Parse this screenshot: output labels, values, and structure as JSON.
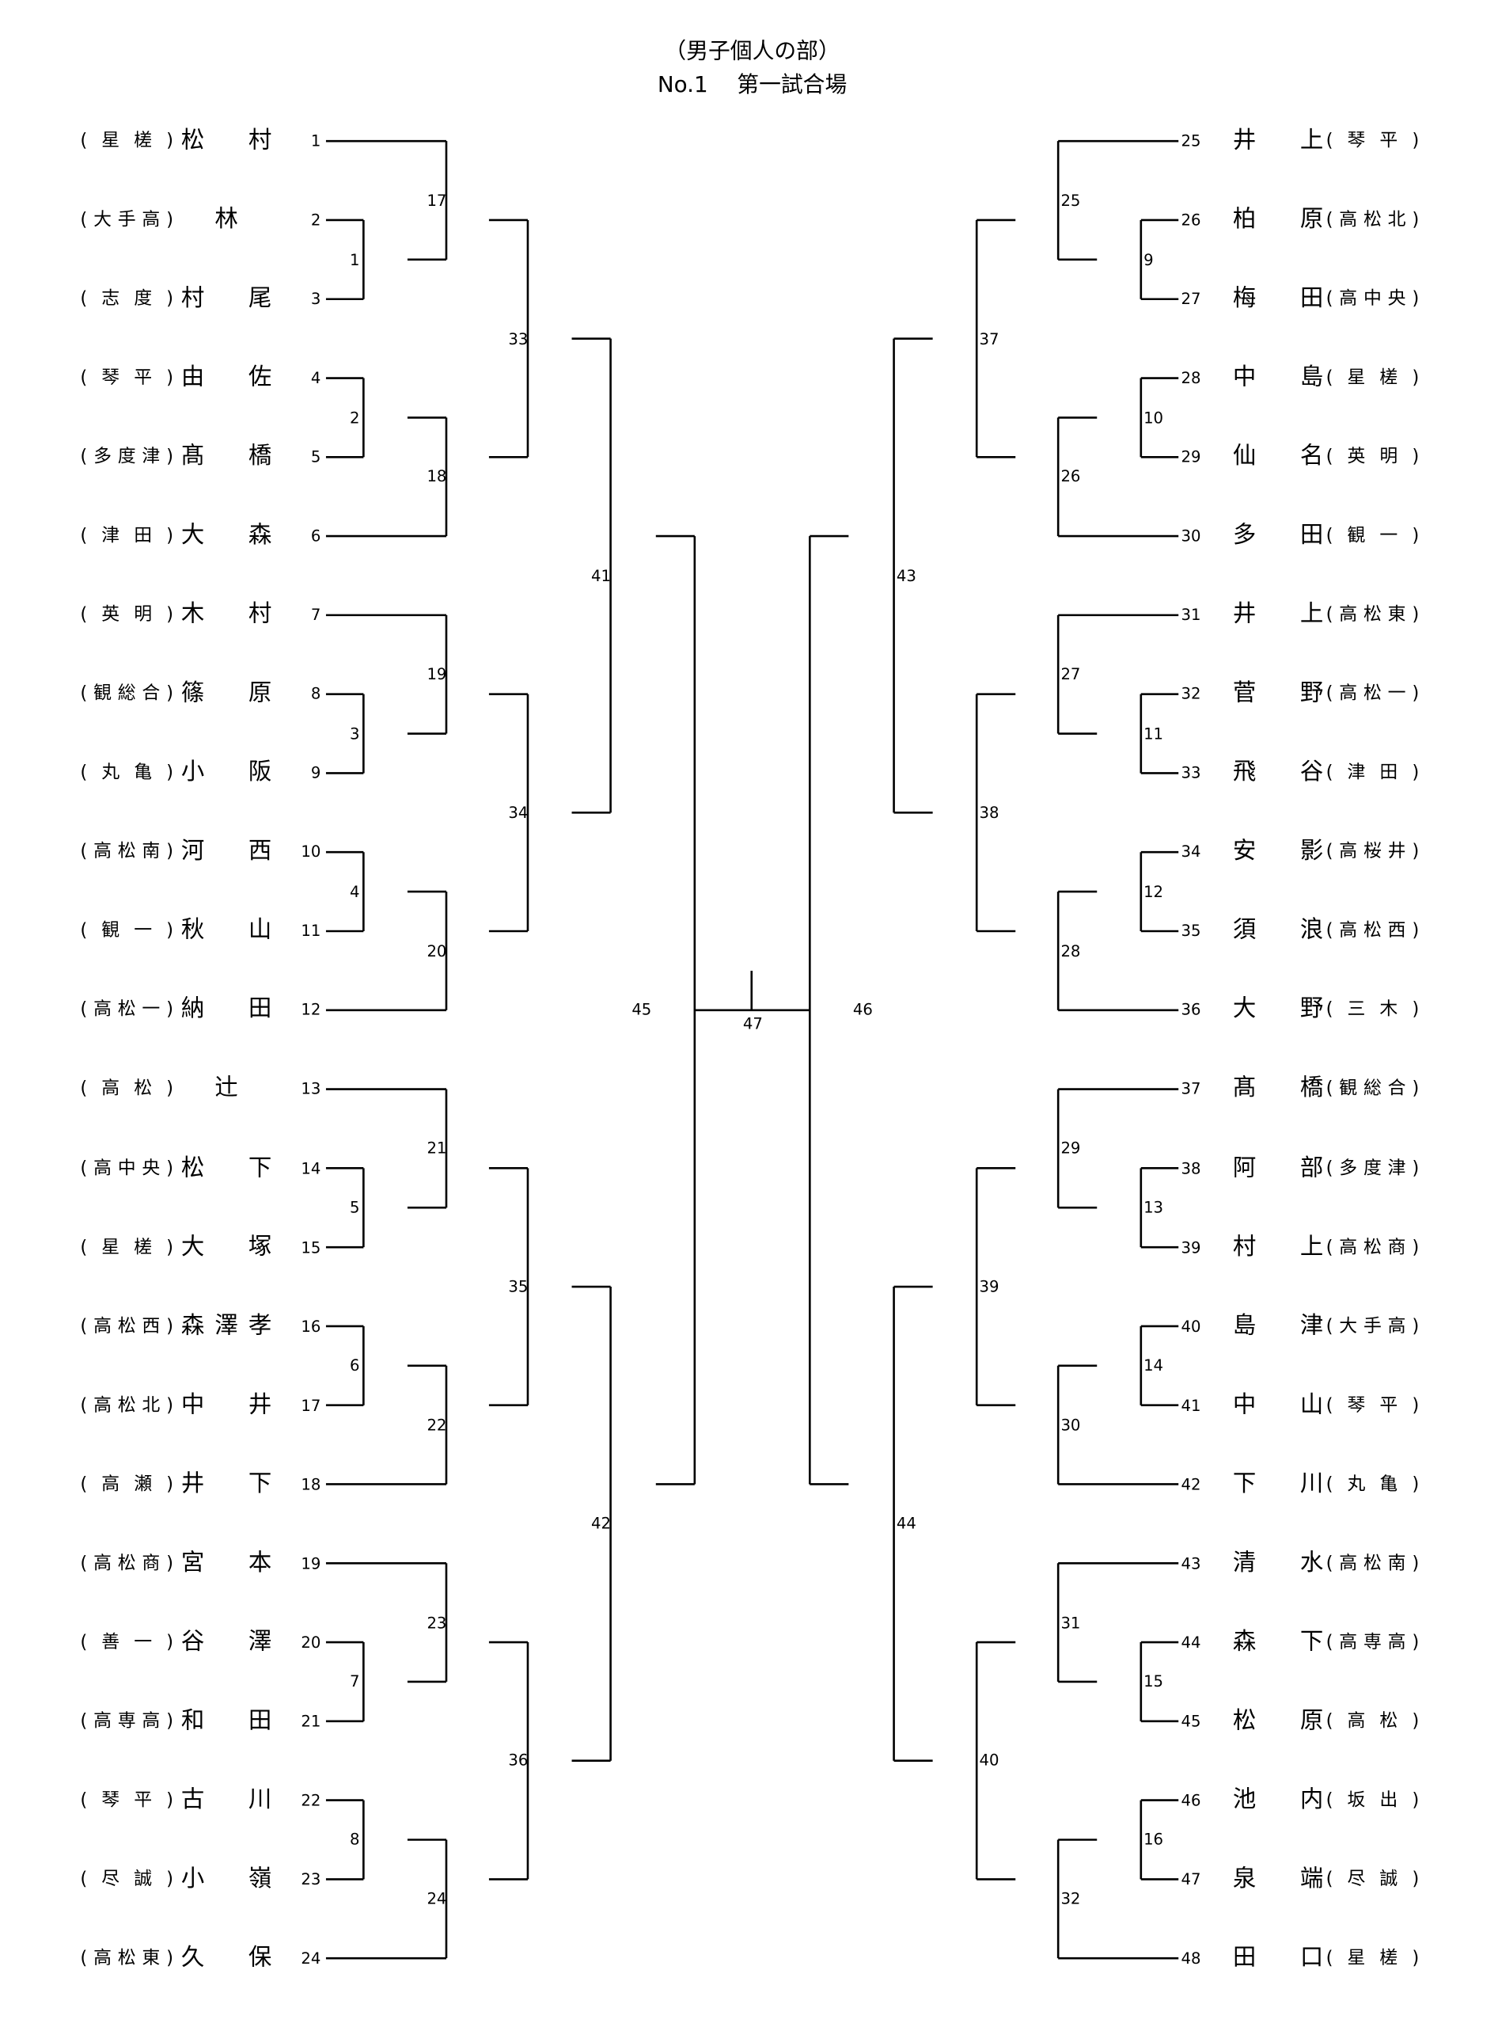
{
  "header": {
    "title": "（男子個人の部）",
    "subtitle": "No.1　 第一試合場"
  },
  "left_players": [
    {
      "seed": "1",
      "school": "星槎",
      "name": "松村"
    },
    {
      "seed": "2",
      "school": "大手高",
      "name": "林"
    },
    {
      "seed": "3",
      "school": "志度",
      "name": "村尾"
    },
    {
      "seed": "4",
      "school": "琴平",
      "name": "由佐"
    },
    {
      "seed": "5",
      "school": "多度津",
      "name": "髙橋"
    },
    {
      "seed": "6",
      "school": "津田",
      "name": "大森"
    },
    {
      "seed": "7",
      "school": "英明",
      "name": "木村"
    },
    {
      "seed": "8",
      "school": "観総合",
      "name": "篠原"
    },
    {
      "seed": "9",
      "school": "丸亀",
      "name": "小阪"
    },
    {
      "seed": "10",
      "school": "高松南",
      "name": "河西"
    },
    {
      "seed": "11",
      "school": "観一",
      "name": "秋山"
    },
    {
      "seed": "12",
      "school": "高松一",
      "name": "納田"
    },
    {
      "seed": "13",
      "school": "高松",
      "name": "辻"
    },
    {
      "seed": "14",
      "school": "高中央",
      "name": "松下"
    },
    {
      "seed": "15",
      "school": "星槎",
      "name": "大塚"
    },
    {
      "seed": "16",
      "school": "高松西",
      "name": "森澤孝"
    },
    {
      "seed": "17",
      "school": "高松北",
      "name": "中井"
    },
    {
      "seed": "18",
      "school": "高瀬",
      "name": "井下"
    },
    {
      "seed": "19",
      "school": "高松商",
      "name": "宮本"
    },
    {
      "seed": "20",
      "school": "善一",
      "name": "谷澤"
    },
    {
      "seed": "21",
      "school": "高専高",
      "name": "和田"
    },
    {
      "seed": "22",
      "school": "琴平",
      "name": "古川"
    },
    {
      "seed": "23",
      "school": "尽誠",
      "name": "小嶺"
    },
    {
      "seed": "24",
      "school": "高松東",
      "name": "久保"
    }
  ],
  "right_players": [
    {
      "seed": "25",
      "school": "琴平",
      "name": "井上"
    },
    {
      "seed": "26",
      "school": "高松北",
      "name": "柏原"
    },
    {
      "seed": "27",
      "school": "高中央",
      "name": "梅田"
    },
    {
      "seed": "28",
      "school": "星槎",
      "name": "中島"
    },
    {
      "seed": "29",
      "school": "英明",
      "name": "仙名"
    },
    {
      "seed": "30",
      "school": "観一",
      "name": "多田"
    },
    {
      "seed": "31",
      "school": "高松東",
      "name": "井上"
    },
    {
      "seed": "32",
      "school": "高松一",
      "name": "菅野"
    },
    {
      "seed": "33",
      "school": "津田",
      "name": "飛谷"
    },
    {
      "seed": "34",
      "school": "高桜井",
      "name": "安影"
    },
    {
      "seed": "35",
      "school": "高松西",
      "name": "須浪"
    },
    {
      "seed": "36",
      "school": "三木",
      "name": "大野"
    },
    {
      "seed": "37",
      "school": "観総合",
      "name": "髙橋"
    },
    {
      "seed": "38",
      "school": "多度津",
      "name": "阿部"
    },
    {
      "seed": "39",
      "school": "高松商",
      "name": "村上"
    },
    {
      "seed": "40",
      "school": "大手高",
      "name": "島津"
    },
    {
      "seed": "41",
      "school": "琴平",
      "name": "中山"
    },
    {
      "seed": "42",
      "school": "丸亀",
      "name": "下川"
    },
    {
      "seed": "43",
      "school": "高松南",
      "name": "清水"
    },
    {
      "seed": "44",
      "school": "高専高",
      "name": "森下"
    },
    {
      "seed": "45",
      "school": "高松",
      "name": "松原"
    },
    {
      "seed": "46",
      "school": "坂出",
      "name": "池内"
    },
    {
      "seed": "47",
      "school": "尽誠",
      "name": "泉端"
    },
    {
      "seed": "48",
      "school": "星槎",
      "name": "田口"
    }
  ],
  "matches": {
    "left_pair": [
      "1",
      "2",
      "3",
      "4",
      "5",
      "6",
      "7",
      "8"
    ],
    "left_single": [
      "17",
      "18",
      "19",
      "20",
      "21",
      "22",
      "23",
      "24"
    ],
    "left_r3": [
      "33",
      "34",
      "35",
      "36"
    ],
    "left_r4": [
      "41",
      "42"
    ],
    "left_semi": "45",
    "right_pair": [
      "9",
      "10",
      "11",
      "12",
      "13",
      "14",
      "15",
      "16"
    ],
    "right_single": [
      "25",
      "26",
      "27",
      "28",
      "29",
      "30",
      "31",
      "32"
    ],
    "right_r3": [
      "37",
      "38",
      "39",
      "40"
    ],
    "right_r4": [
      "43",
      "44"
    ],
    "right_semi": "46",
    "final": "47"
  }
}
